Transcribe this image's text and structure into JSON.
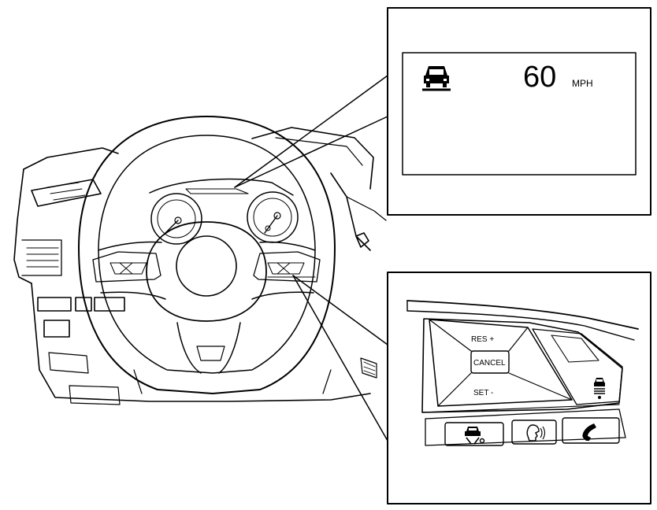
{
  "display": {
    "speed": "60",
    "unit": "MPH",
    "status_icon": "vehicle-ahead-icon"
  },
  "controls": {
    "res_label": "RES +",
    "cancel_label": "CANCEL",
    "set_label": "SET -",
    "distance_icon": "distance-setting-icon",
    "bottom_icons": [
      "driver-assist-icon",
      "voice-recognition-icon",
      "phone-icon"
    ]
  }
}
